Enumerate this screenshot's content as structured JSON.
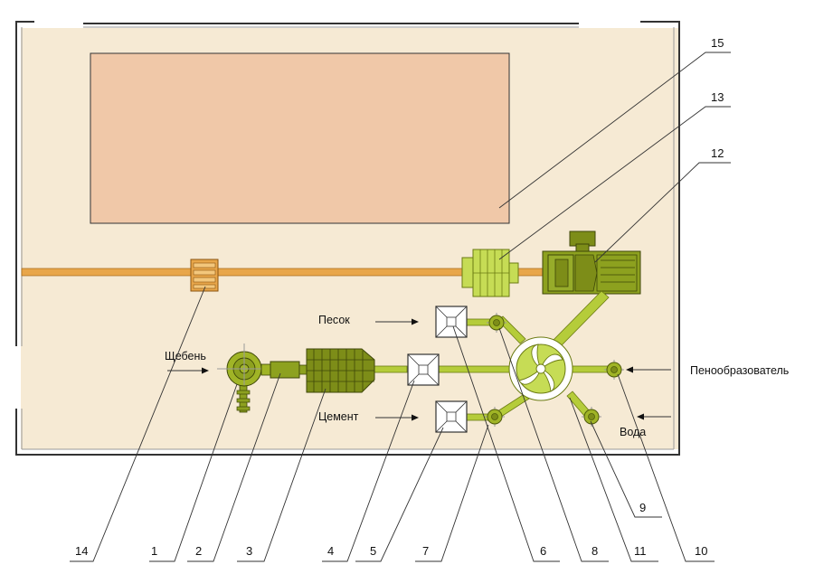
{
  "materials": {
    "sand": "Песок",
    "gravel": "Щебень",
    "cement": "Цемент",
    "foam_agent": "Пенообразователь",
    "water": "Вода"
  },
  "callouts": [
    "1",
    "2",
    "3",
    "4",
    "5",
    "6",
    "7",
    "8",
    "9",
    "10",
    "11",
    "12",
    "13",
    "14",
    "15"
  ],
  "colors": {
    "room_floor": "#f6ead4",
    "storage_area": "#f0c8a8",
    "belt": "#e8a64a",
    "equipment_green": "#b5cc3a",
    "equipment_dark": "#6b7b12",
    "hopper": "#ffffff"
  }
}
